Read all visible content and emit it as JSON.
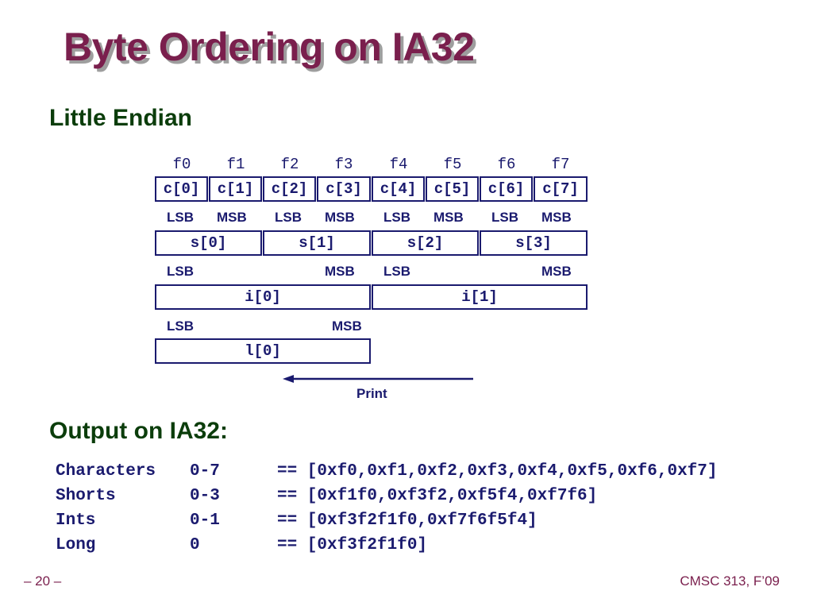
{
  "slide": {
    "title": "Byte Ordering on IA32",
    "subtitle": "Little Endian",
    "output_heading": "Output on IA32:",
    "footer_left": "– 20 –",
    "footer_right": "CMSC 313, F’09"
  },
  "diagram": {
    "addresses": [
      "f0",
      "f1",
      "f2",
      "f3",
      "f4",
      "f5",
      "f6",
      "f7"
    ],
    "chars": [
      "c[0]",
      "c[1]",
      "c[2]",
      "c[3]",
      "c[4]",
      "c[5]",
      "c[6]",
      "c[7]"
    ],
    "shorts": [
      "s[0]",
      "s[1]",
      "s[2]",
      "s[3]"
    ],
    "ints": [
      "i[0]",
      "i[1]"
    ],
    "longs": [
      "l[0]"
    ],
    "char_labels": [
      "LSB",
      "MSB",
      "LSB",
      "MSB",
      "LSB",
      "MSB",
      "LSB",
      "MSB"
    ],
    "int_labels": [
      "LSB",
      "MSB",
      "LSB",
      "MSB"
    ],
    "long_labels": [
      "LSB",
      "MSB"
    ],
    "print_label": "Print"
  },
  "output": [
    {
      "kind": "Characters",
      "range": "0-7",
      "value": "== [0xf0,0xf1,0xf2,0xf3,0xf4,0xf5,0xf6,0xf7]"
    },
    {
      "kind": "Shorts",
      "range": "0-3",
      "value": "== [0xf1f0,0xf3f2,0xf5f4,0xf7f6]"
    },
    {
      "kind": "Ints",
      "range": "0-1",
      "value": "== [0xf3f2f1f0,0xf7f6f5f4]"
    },
    {
      "kind": "Long",
      "range": "0",
      "value": "== [0xf3f2f1f0]"
    }
  ],
  "colors": {
    "title": "#7a1f4d",
    "heading": "#0b3d0b",
    "diagram": "#1a1a6e",
    "title_shadow": "#9e9e9e"
  }
}
